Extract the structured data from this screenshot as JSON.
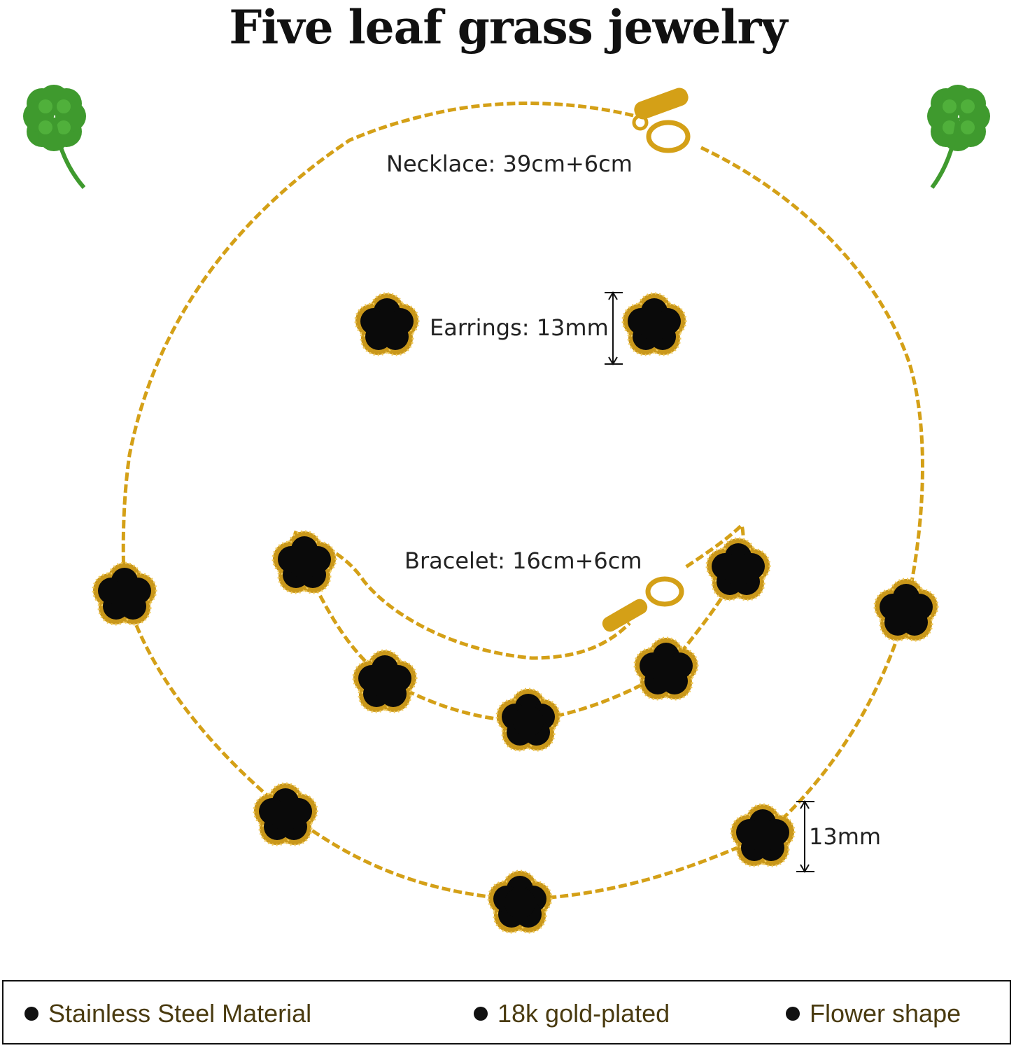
{
  "title": "Five leaf grass jewelry",
  "labels": {
    "necklace": "Necklace: 39cm+6cm",
    "earrings": "Earrings: 13mm",
    "bracelet": "Bracelet: 16cm+6cm",
    "pendant_size": "13mm"
  },
  "features": [
    {
      "label": "Stainless Steel Material"
    },
    {
      "label": "18k gold-plated"
    },
    {
      "label": "Flower shape"
    }
  ],
  "colors": {
    "gold": "#d4a017",
    "gold_dark": "#a97c0c",
    "onyx": "#0a0a0a",
    "clover_green": "#3f9a2e",
    "feature_text": "#4a3b10"
  },
  "icons": [
    "four-leaf-clover-icon",
    "bullet-dot-icon"
  ]
}
